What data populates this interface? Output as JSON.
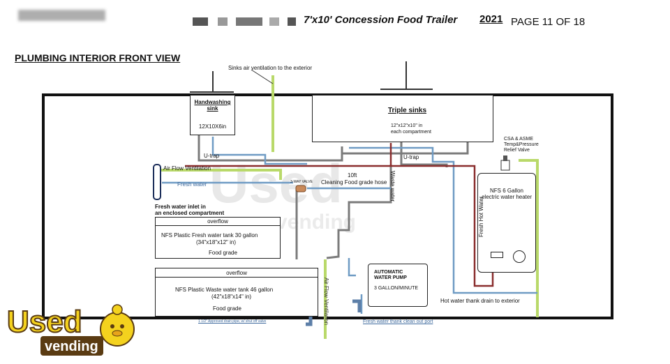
{
  "header": {
    "title": "7'x10' Concession Food Trailer",
    "year": "2021",
    "page": "PAGE 11 OF 18"
  },
  "section_title": "PLUMBING INTERIOR FRONT VIEW",
  "labels": {
    "sinks_air": "Sinks air ventilation to the exterior",
    "handwash_title": "Handwashing sink",
    "handwash_size": "12X10X6in",
    "triple_title": "Triple sinks",
    "triple_size_1": "12\"x12\"x10\" in",
    "triple_size_2": "each compartment",
    "utrap_left": "U-trap",
    "utrap_right": "U-trap",
    "airflow_vent_left": "Air Flow Ventilation",
    "fresh_water": "Fresh water",
    "fresh_inlet_1": "Fresh water inlet in",
    "fresh_inlet_2": "an enclosed compartment",
    "three_way": "3-WAY VALVE",
    "ten_ft": "10ft",
    "cleaning_hose": "Cleaning Food grade hose",
    "waste_water": "Waste water",
    "csa_1": "CSA & ASME",
    "csa_2": "Temp&Pressure",
    "csa_3": "Relief Valve",
    "heater_1": "NFS 6 Gallon",
    "heater_2": "electric water heater",
    "fresh_hot": "Fresh Hot Water",
    "fresh_tank_overflow": "overflow",
    "fresh_tank_1": "NFS Plastic Fresh water tank 30 gallon",
    "fresh_tank_2": "(34\"x18\"x12\" in)",
    "fresh_tank_3": "Food grade",
    "waste_tank_overflow": "overflow",
    "waste_tank_1": "NFS Plastic Waste water tank 46 gallon",
    "waste_tank_2": "(42\"x18\"x14\" in)",
    "waste_tank_3": "Food grade",
    "airflow_vent_bottom": "Air Flow Ventilation",
    "pump_1": "AUTOMATIC",
    "pump_2": "WATER PUMP",
    "pump_3": "3 GALLON/MINUTE",
    "hot_drain": "Hot water thank drain to exterior",
    "drain_pipe": "1 1/2\" Approved drain pipe, w/ shut off valve",
    "fresh_cleanout": "Fresh water thank clean out port"
  },
  "watermark": "Used vending",
  "logo": {
    "top": "Used",
    "bottom": "vending"
  },
  "colors": {
    "fresh_pipe": "#6f9bc4",
    "waste_pipe": "#7b7b7b",
    "hot_pipe": "#8a2e2e",
    "vent_pipe": "#b9d96a",
    "logo_yellow": "#f4d21e"
  }
}
